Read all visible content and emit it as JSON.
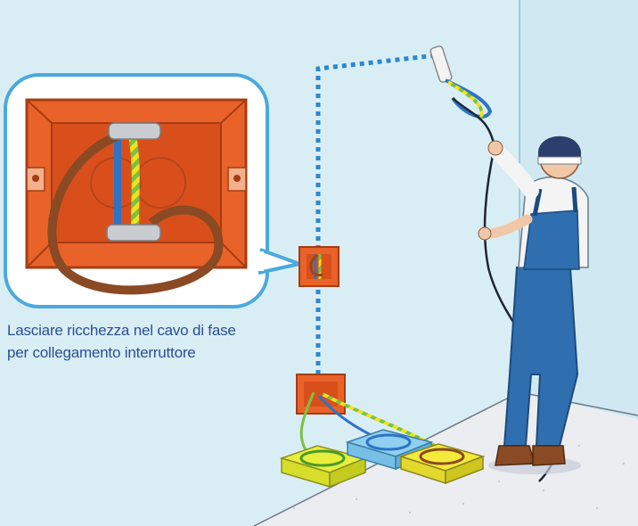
{
  "caption": {
    "line1": "Lasciare ricchezza nel cavo di fase",
    "line2": "per collegamento interruttore"
  },
  "colors": {
    "wall": "#d9eef4",
    "floor": "#ecedf1",
    "box_orange": "#e9622a",
    "wire_brown": "#8a4a23",
    "wire_blue": "#2d73c7",
    "wire_earth_green": "#7cc242",
    "wire_earth_yellow": "#f2e21c",
    "conduit_dots": "#2a88d0",
    "callout_border": "#4aa9de",
    "overalls": "#2f6fb0",
    "caption_text": "#2a4f96"
  },
  "icons": [
    "ceiling-light-socket-icon",
    "wall-switch-box-icon",
    "junction-box-icon",
    "wire-spool-icon",
    "electrician-figure"
  ]
}
